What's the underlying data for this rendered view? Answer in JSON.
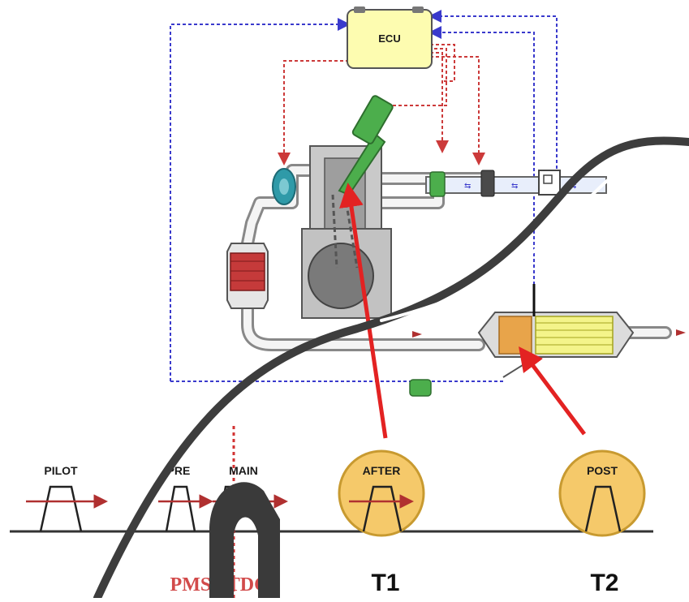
{
  "ecu": {
    "label": "ECU"
  },
  "pulses": {
    "pilot": "PILOT",
    "pre": "PRE",
    "main": "MAIN",
    "after": "AFTER",
    "post": "POST"
  },
  "markers": {
    "tdc": "PMS - TDC",
    "t1": "T1",
    "t2": "T2"
  },
  "colors": {
    "wire": "#3a3acc",
    "signal": "#cc3a3a",
    "pointer": "#e32222",
    "ecu_fill": "#fdfcb0",
    "circle_fill": "#f5c96a",
    "pulse_arrow": "#b03030",
    "tdc_line": "#d23232",
    "overlay": "#333333"
  }
}
